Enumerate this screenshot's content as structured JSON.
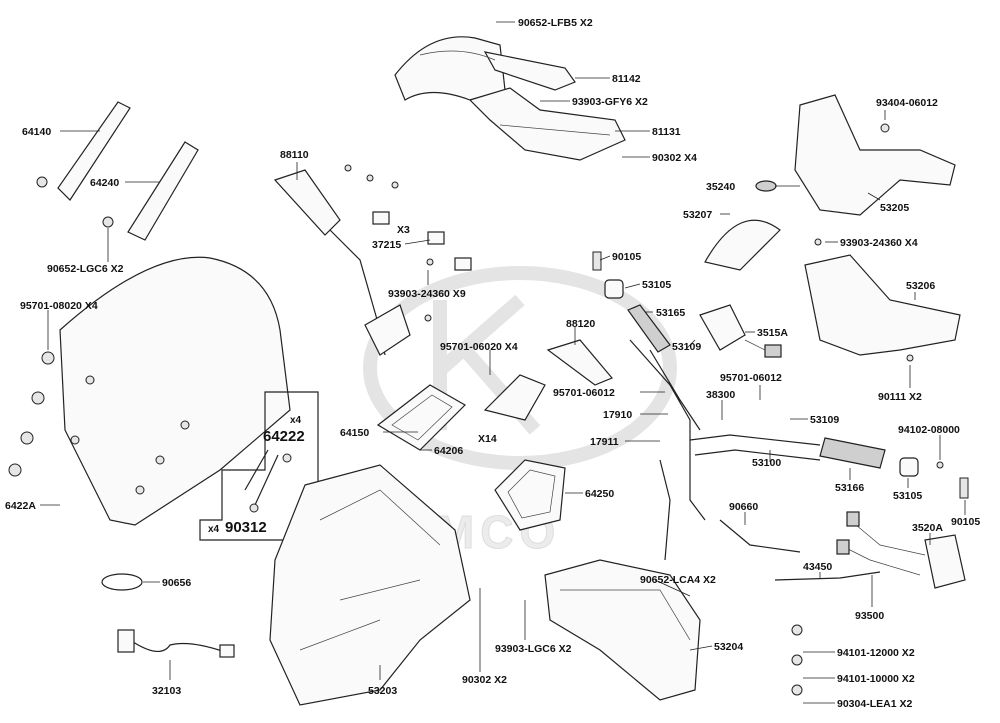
{
  "watermark": {
    "brand": "KYMCO"
  },
  "labels": {
    "p90652_lfb5": "90652-LFB5 X2",
    "p81142": "81142",
    "p93903_gfy6": "93903-GFY6 X2",
    "p81131": "81131",
    "p90302_x4": "90302 X4",
    "p64140": "64140",
    "p64240": "64240",
    "p90652_lgc6": "90652-LGC6 X2",
    "p88110": "88110",
    "p37215": "37215",
    "p37215_qty": "X3",
    "p93903_24360_x9": "93903-24360 X9",
    "p95701_08020": "95701-08020 X4",
    "p6422a": "6422A",
    "p64222": "64222",
    "p64222_qty": "x4",
    "p90312": "90312",
    "p90312_qty": "x4",
    "p64150": "64150",
    "p64206": "64206",
    "p_x14": "X14",
    "p95701_06020": "95701-06020 X4",
    "p88120": "88120",
    "p95701_06012_a": "95701-06012",
    "p17910": "17910",
    "p17911": "17911",
    "p64250": "64250",
    "p90656": "90656",
    "p32103": "32103",
    "p53203": "53203",
    "p90302_x2": "90302 X2",
    "p93903_lgc6": "93903-LGC6 X2",
    "p90652_lca4": "90652-LCA4 X2",
    "p53204": "53204",
    "p90105_a": "90105",
    "p53105_a": "53105",
    "p53165": "53165",
    "p53109_a": "53109",
    "p3515a": "3515A",
    "p93404_06012": "93404-06012",
    "p35240": "35240",
    "p53205": "53205",
    "p53207": "53207",
    "p93903_24360_x4": "93903-24360 X4",
    "p53206": "53206",
    "p95701_06012_b": "95701-06012",
    "p90111": "90111 X2",
    "p38300": "38300",
    "p53109_b": "53109",
    "p53100": "53100",
    "p94102_08000": "94102-08000",
    "p53166": "53166",
    "p53105_b": "53105",
    "p90105_b": "90105",
    "p90660": "90660",
    "p3520a": "3520A",
    "p43450": "43450",
    "p93500": "93500",
    "p94101_12000": "94101-12000 X2",
    "p94101_10000": "94101-10000 X2",
    "p90304_lea1": "90304-LEA1 X2"
  }
}
